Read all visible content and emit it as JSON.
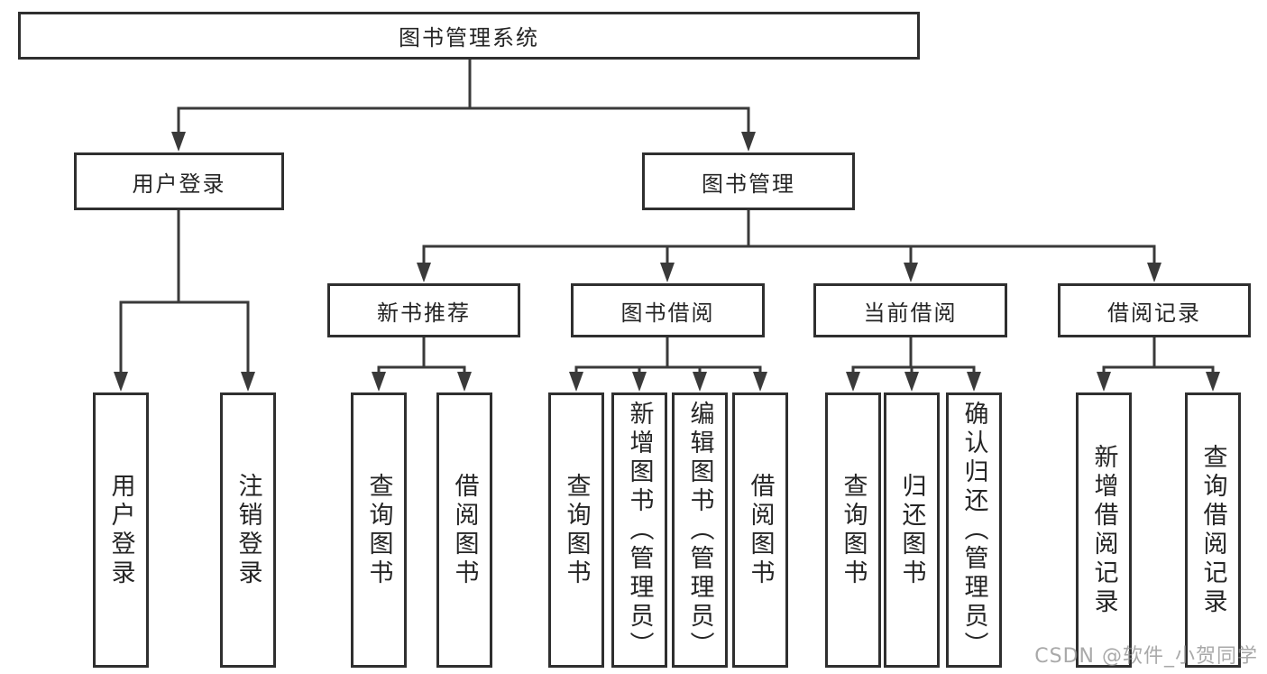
{
  "tree": {
    "label": "图书管理系统",
    "children": [
      {
        "label": "用户登录",
        "children": [
          {
            "label": "用户登录"
          },
          {
            "label": "注销登录"
          }
        ]
      },
      {
        "label": "图书管理",
        "children": [
          {
            "label": "新书推荐",
            "children": [
              {
                "label": "查询图书"
              },
              {
                "label": "借阅图书"
              }
            ]
          },
          {
            "label": "图书借阅",
            "children": [
              {
                "label": "查询图书"
              },
              {
                "label": "新增图书（管理员）"
              },
              {
                "label": "编辑图书（管理员）"
              },
              {
                "label": "借阅图书"
              }
            ]
          },
          {
            "label": "当前借阅",
            "children": [
              {
                "label": "查询图书"
              },
              {
                "label": "归还图书"
              },
              {
                "label": "确认归还（管理员）"
              }
            ]
          },
          {
            "label": "借阅记录",
            "children": [
              {
                "label": "新增借阅记录"
              },
              {
                "label": "查询借阅记录"
              }
            ]
          }
        ]
      }
    ]
  },
  "watermark": {
    "text": "CSDN @软件_小贺同学"
  },
  "colors": {
    "line": "#3a3a3a",
    "box_border": "#2f2f2f",
    "text": "#252525",
    "watermark": "#9a9a9a",
    "background": "#ffffff"
  }
}
